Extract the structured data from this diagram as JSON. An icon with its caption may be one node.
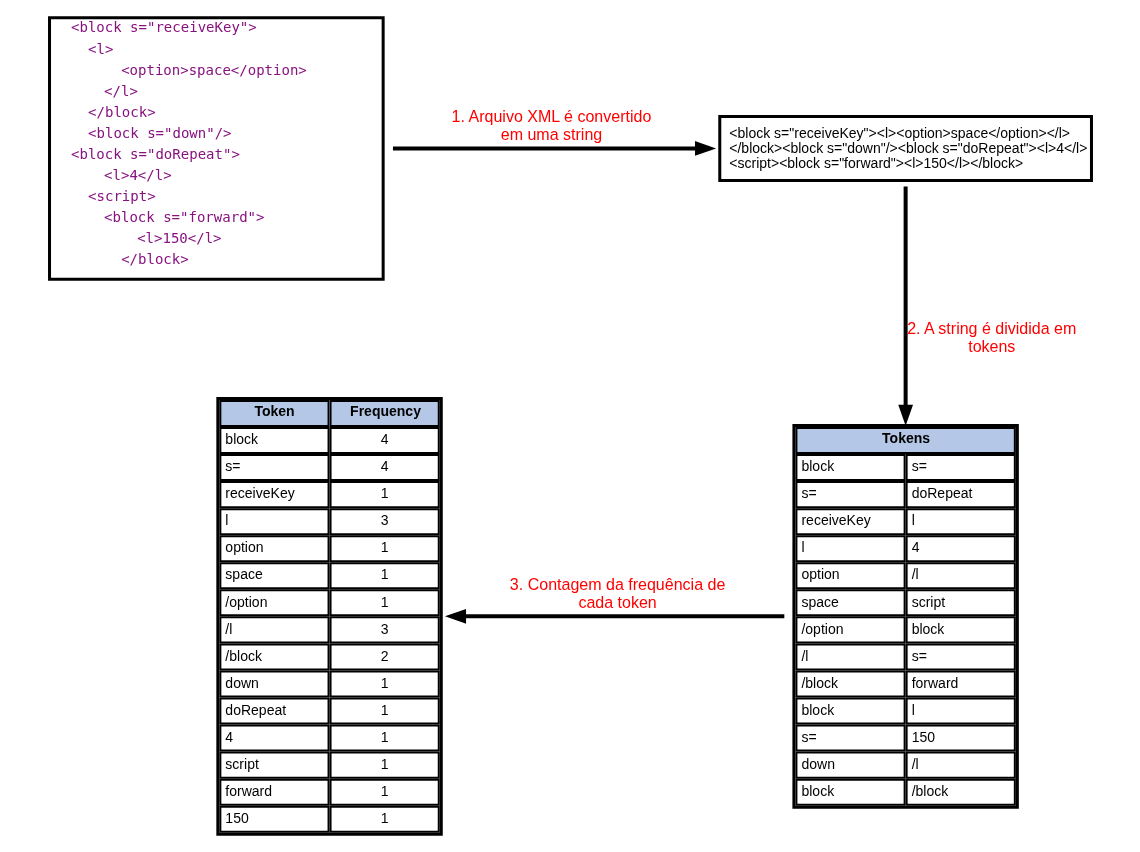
{
  "diagram": {
    "nodes": [
      {
        "text": [
          "<block s=\"receiveKey\">",
          "<l>",
          "<option>space</option>",
          "</l>",
          "</block>",
          "<block s=\"down\"/>",
          "<block s=\"doRepeat\">",
          "<l>4</l>",
          "<script>",
          "<block s=\"forward\">",
          "<l>150</l>",
          "</block>"
        ]
      },
      {
        "text": [
          "<block s=\"receiveKey\"><l><option>space</option></l> </block><block s=\"down\"/><block s=\"doRepeat\"><l>4</l> <script><block s=\"forward\"><l>150</l></block>"
        ]
      },
      {
        "text": [
          "Tokens",
          "block",
          "s=",
          "s=",
          "doRepeat",
          "receiveKey",
          "l",
          "l",
          "4",
          "option",
          "/l",
          "space",
          "script",
          "/option",
          "block",
          "/l",
          "s=",
          "/block",
          "forward",
          "block",
          "l",
          "s=",
          "150",
          "down",
          "/l",
          "block",
          "/block"
        ]
      },
      {
        "text": [
          "Token",
          "Frequency",
          "block",
          "4",
          "s=",
          "4",
          "receiveKey",
          "1",
          "l",
          "3",
          "option",
          "1",
          "space",
          "1",
          "/option",
          "1",
          "/l",
          "3",
          "/block",
          "2",
          "down",
          "1",
          "doRepeat",
          "1",
          "4",
          "1",
          "script",
          "1",
          "forward",
          "1",
          "150",
          "1"
        ]
      }
    ],
    "edges": [
      {
        "from": 0,
        "to": 1,
        "arrow": "to",
        "label": "1. Arquivo XML é convertido em uma string"
      },
      {
        "from": 1,
        "to": 2,
        "arrow": "to",
        "label": "2. A string é dividida em tokens"
      },
      {
        "from": 2,
        "to": 3,
        "arrow": "to",
        "label": "3. Contagem da frequência de cada token"
      }
    ]
  }
}
